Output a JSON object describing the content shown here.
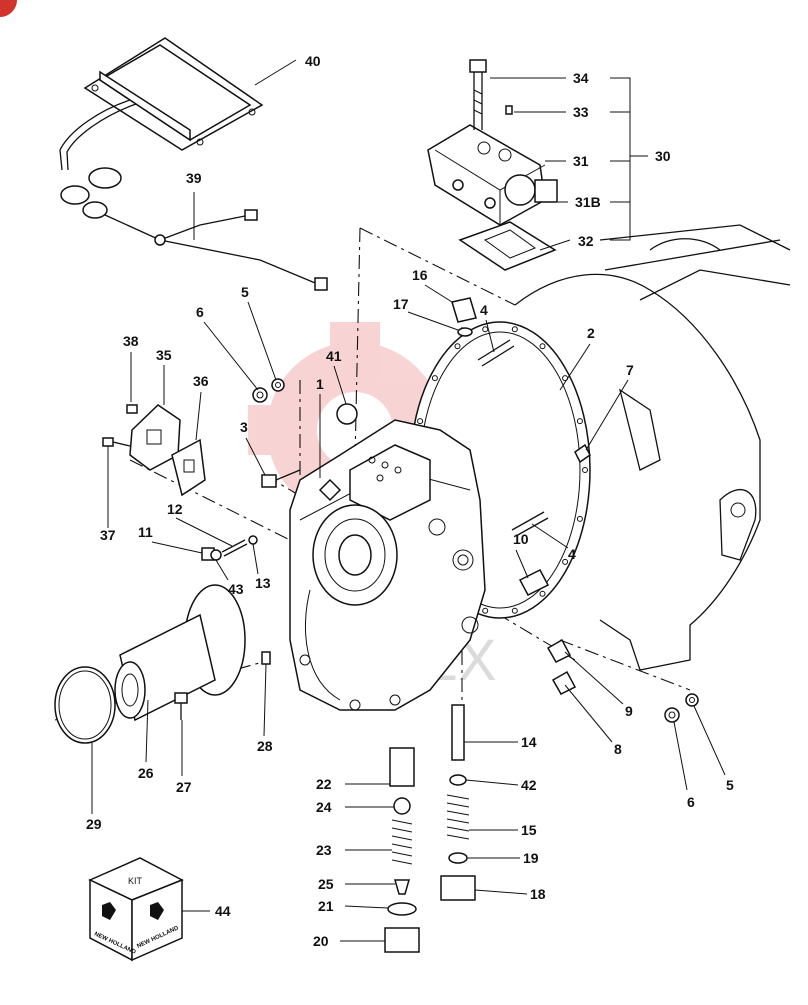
{
  "watermark": {
    "text": "MFTEX",
    "color": "#e03a3a"
  },
  "corner_badge": {
    "color": "#d0342c",
    "text": ""
  },
  "callouts": [
    {
      "id": "c40",
      "text": "40"
    },
    {
      "id": "c39",
      "text": "39"
    },
    {
      "id": "c34",
      "text": "34"
    },
    {
      "id": "c33",
      "text": "33"
    },
    {
      "id": "c31",
      "text": "31"
    },
    {
      "id": "c30",
      "text": "30"
    },
    {
      "id": "c31b",
      "text": "31B"
    },
    {
      "id": "c32",
      "text": "32"
    },
    {
      "id": "c16",
      "text": "16"
    },
    {
      "id": "c17",
      "text": "17"
    },
    {
      "id": "c4a",
      "text": "4"
    },
    {
      "id": "c2",
      "text": "2"
    },
    {
      "id": "c5a",
      "text": "5"
    },
    {
      "id": "c6a",
      "text": "6"
    },
    {
      "id": "c38",
      "text": "38"
    },
    {
      "id": "c35",
      "text": "35"
    },
    {
      "id": "c36",
      "text": "36"
    },
    {
      "id": "c41",
      "text": "41"
    },
    {
      "id": "c1",
      "text": "1"
    },
    {
      "id": "c7",
      "text": "7"
    },
    {
      "id": "c3",
      "text": "3"
    },
    {
      "id": "c37",
      "text": "37"
    },
    {
      "id": "c12",
      "text": "12"
    },
    {
      "id": "c11",
      "text": "11"
    },
    {
      "id": "c13",
      "text": "13"
    },
    {
      "id": "c43",
      "text": "43"
    },
    {
      "id": "c10",
      "text": "10"
    },
    {
      "id": "c4b",
      "text": "4"
    },
    {
      "id": "c9",
      "text": "9"
    },
    {
      "id": "c8",
      "text": "8"
    },
    {
      "id": "c6b",
      "text": "6"
    },
    {
      "id": "c5b",
      "text": "5"
    },
    {
      "id": "c28",
      "text": "28"
    },
    {
      "id": "c29",
      "text": "29"
    },
    {
      "id": "c26",
      "text": "26"
    },
    {
      "id": "c27",
      "text": "27"
    },
    {
      "id": "c14",
      "text": "14"
    },
    {
      "id": "c42",
      "text": "42"
    },
    {
      "id": "c22",
      "text": "22"
    },
    {
      "id": "c24",
      "text": "24"
    },
    {
      "id": "c15",
      "text": "15"
    },
    {
      "id": "c23",
      "text": "23"
    },
    {
      "id": "c19",
      "text": "19"
    },
    {
      "id": "c25",
      "text": "25"
    },
    {
      "id": "c18",
      "text": "18"
    },
    {
      "id": "c21",
      "text": "21"
    },
    {
      "id": "c20",
      "text": "20"
    },
    {
      "id": "c44",
      "text": "44"
    }
  ],
  "kit_box": {
    "label": "KIT",
    "brand": "NEW HOLLAND"
  }
}
